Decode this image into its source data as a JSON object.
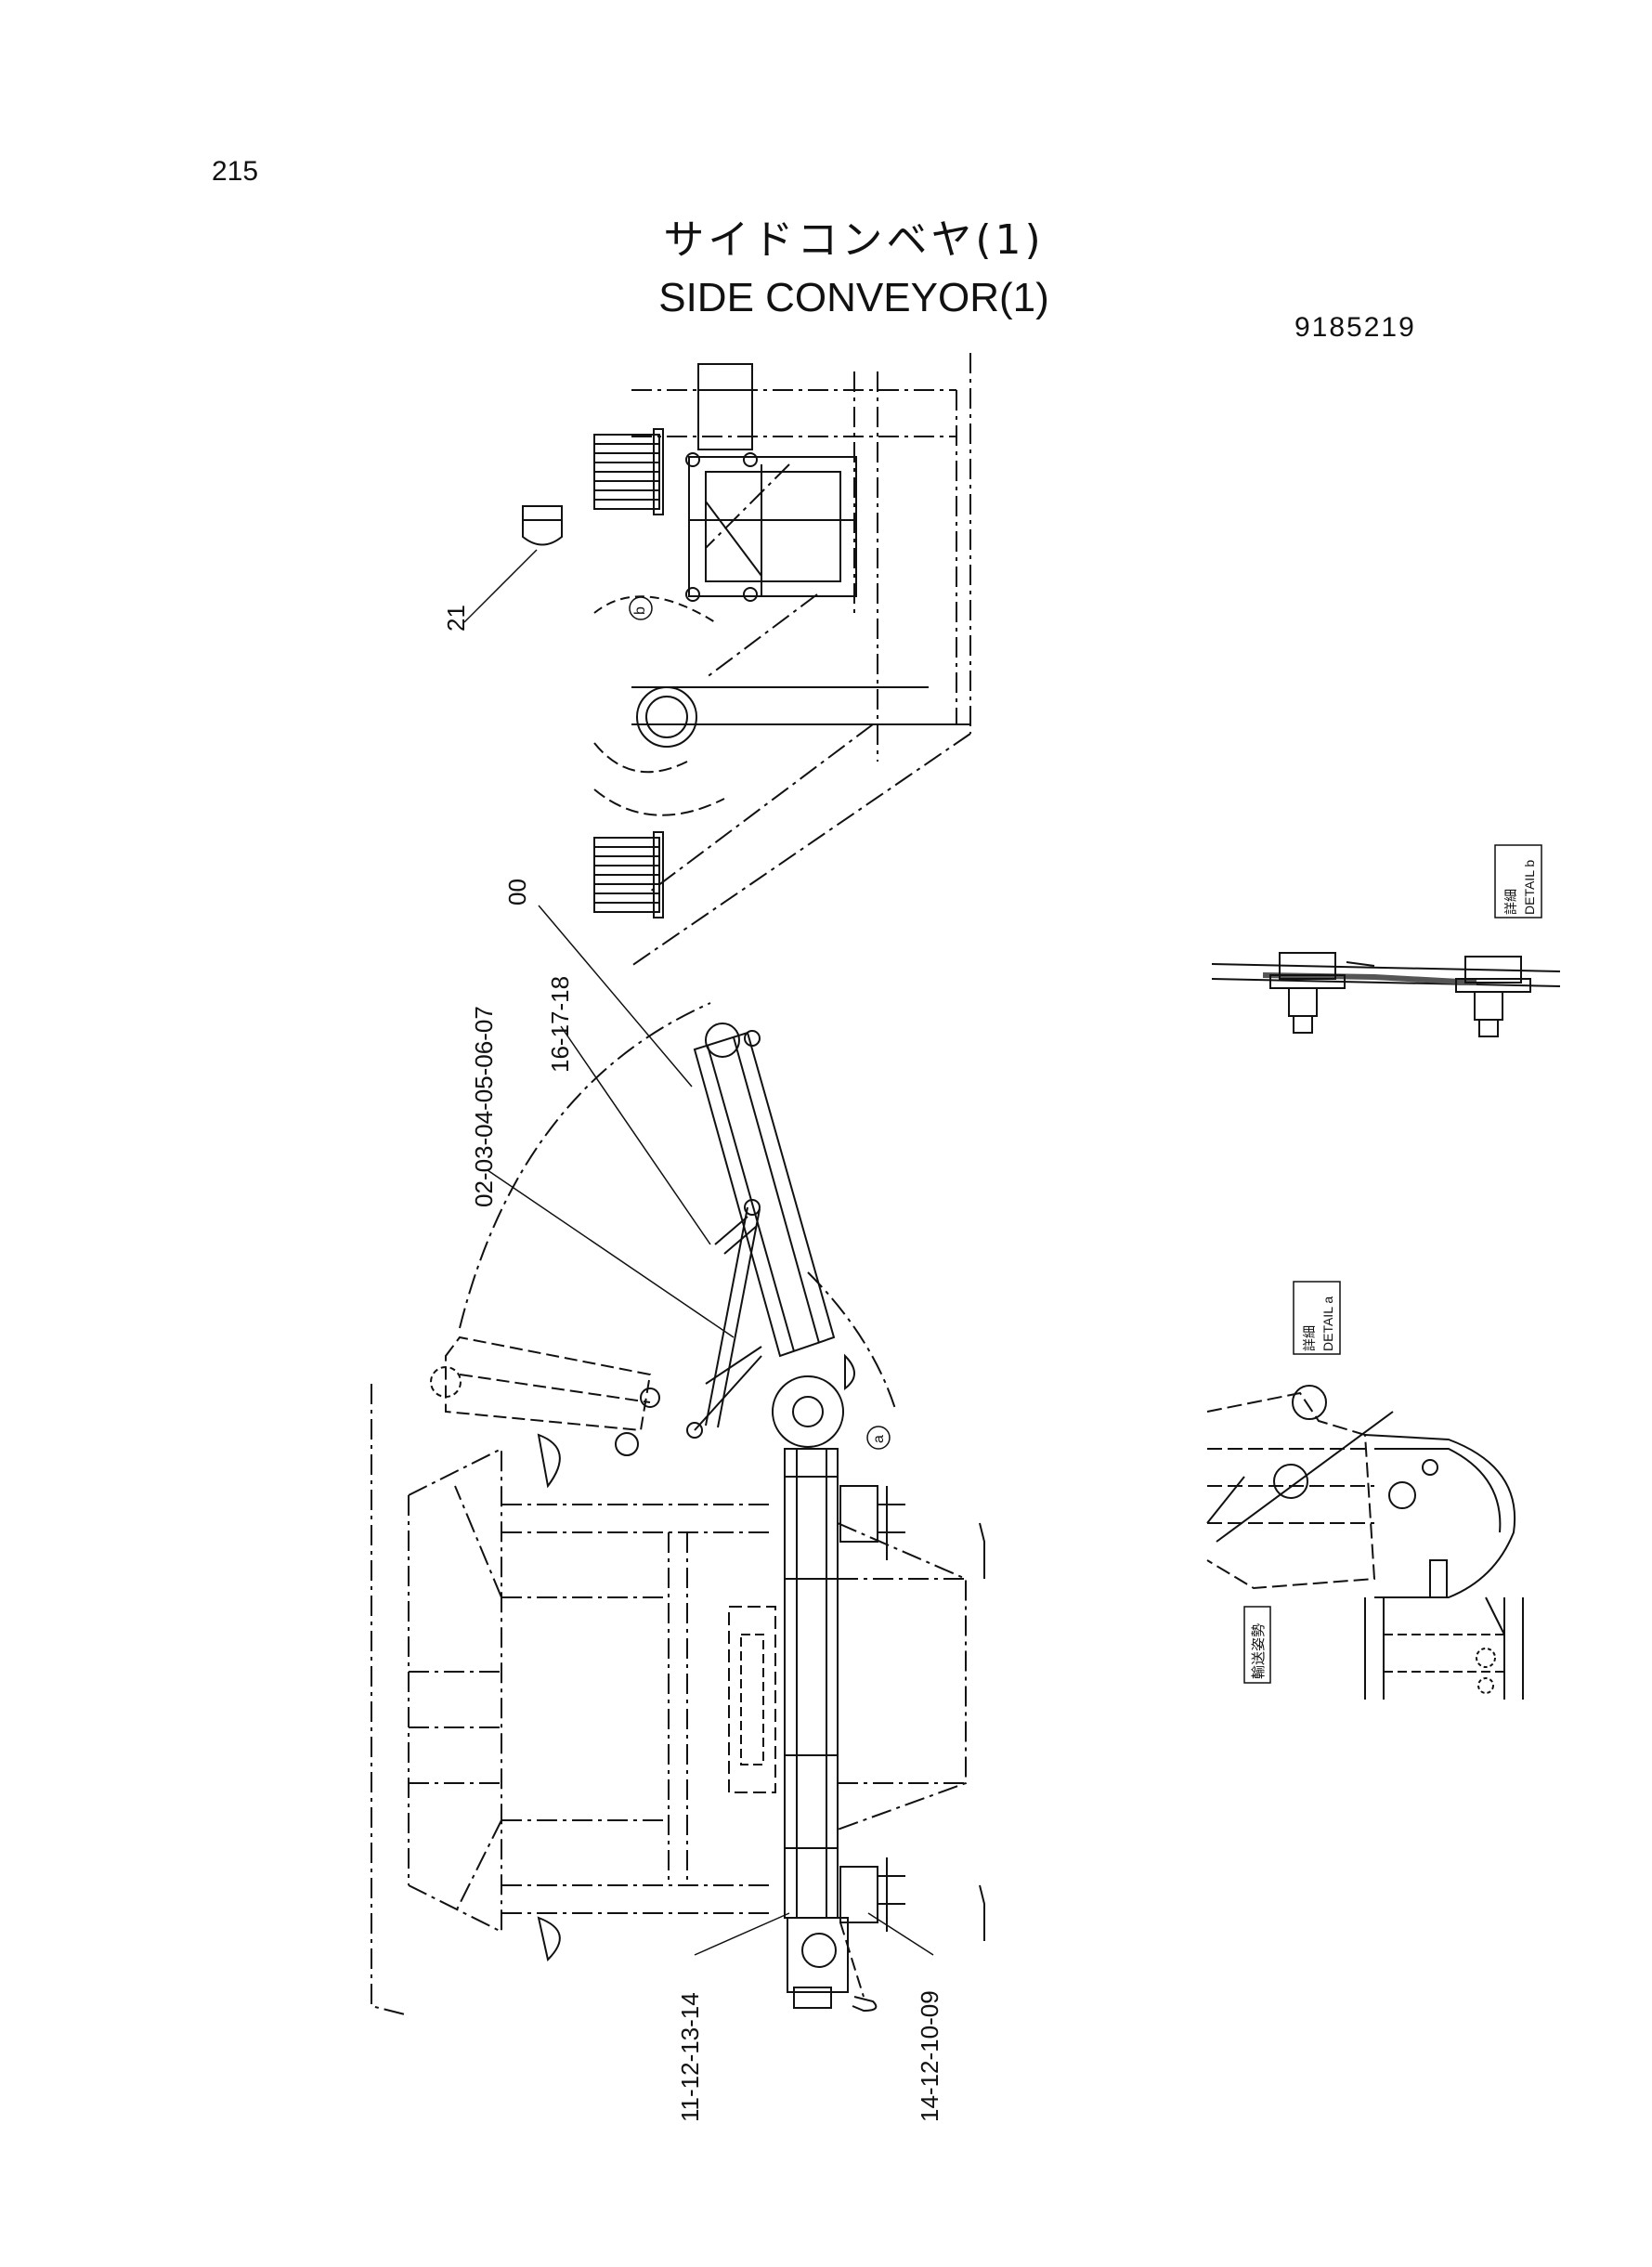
{
  "page_number": "215",
  "title_jp": "サイドコンベヤ(1)",
  "title_en": "SIDE CONVEYOR(1)",
  "doc_code": "9185219",
  "callouts": {
    "c21": "21",
    "c00": "00",
    "c16": "16-17-18",
    "c02": "02-03-04-05-06-07",
    "c11": "11-12-13-14",
    "c14": "14-12-10-09"
  },
  "details": {
    "b_label": "DETAIL b",
    "a_label": "DETAIL a",
    "b_jp": "詳細",
    "a_jp": "詳細",
    "transport_label": "輸送姿勢",
    "mark_a": "a",
    "mark_b": "b"
  }
}
